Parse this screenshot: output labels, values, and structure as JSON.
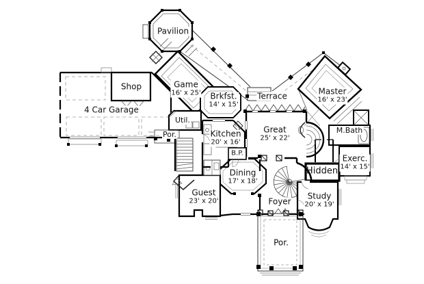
{
  "plan": {
    "title": "house floor plan",
    "rooms": {
      "pavilion": {
        "label": "Pavilion"
      },
      "shop": {
        "label": "Shop"
      },
      "game": {
        "label": "Game",
        "dims": "16' x 25'"
      },
      "garage": {
        "label": "4 Car Garage"
      },
      "brkfst": {
        "label": "Brkfst.",
        "dims": "14' x 15'"
      },
      "terrace": {
        "label": "Terrace"
      },
      "master": {
        "label": "Master",
        "dims": "16' x 23'"
      },
      "util": {
        "label": "Util."
      },
      "porch_left": {
        "label": "Por."
      },
      "kitchen": {
        "label": "Kitchen",
        "dims": "20' x 16'"
      },
      "great": {
        "label": "Great",
        "dims": "25' x 22'"
      },
      "bp": {
        "label": "B.P."
      },
      "mbath": {
        "label": "M.Bath"
      },
      "exerc": {
        "label": "Exerc.",
        "dims": "14' x 15'"
      },
      "hidden": {
        "label": "Hidden"
      },
      "dining": {
        "label": "Dining",
        "dims": "17' x 18'"
      },
      "guest": {
        "label": "Guest",
        "dims": "23' x 20'"
      },
      "foyer": {
        "label": "Foyer"
      },
      "study": {
        "label": "Study",
        "dims": "20' x 19'"
      },
      "porch_front": {
        "label": "Por."
      }
    },
    "colors": {
      "wall": "#000000",
      "thin_line": "#555555",
      "light_line": "#999999",
      "background": "#ffffff",
      "text": "#111111"
    }
  }
}
